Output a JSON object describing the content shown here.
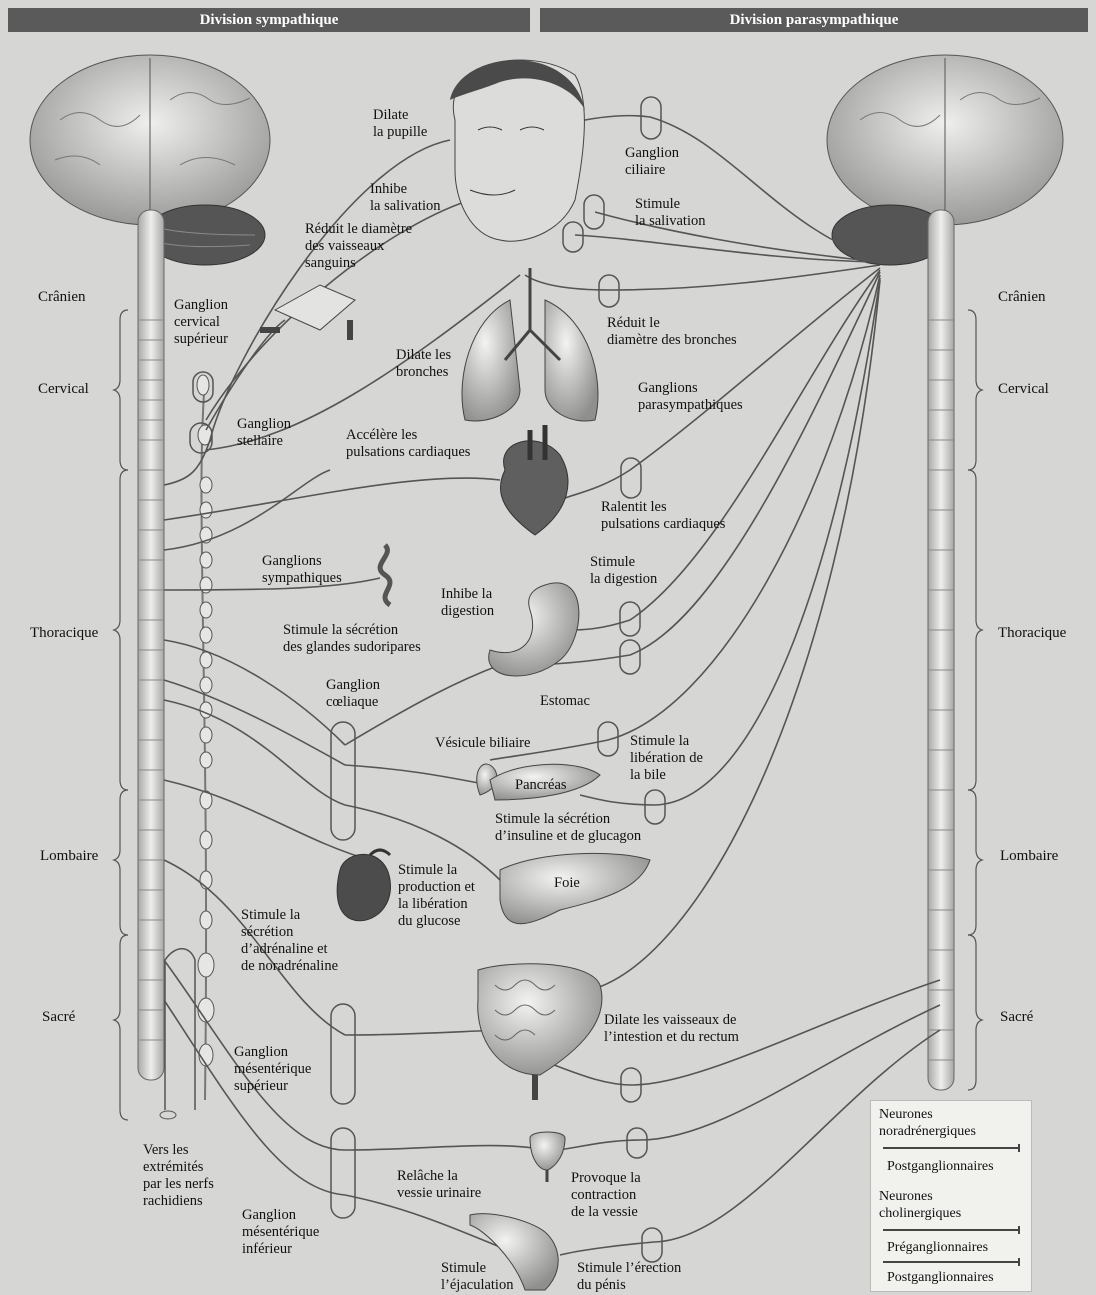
{
  "headers": {
    "sympathetic": "Division sympathique",
    "parasympathetic": "Division parasympathique"
  },
  "levels_left": {
    "cranial": "Crânien",
    "cervical": "Cervical",
    "thoracic": "Thoracique",
    "lumbar": "Lombaire",
    "sacral": "Sacré"
  },
  "levels_right": {
    "cranial": "Crânien",
    "cervical": "Cervical",
    "thoracic": "Thoracique",
    "lumbar": "Lombaire",
    "sacral": "Sacré"
  },
  "labels": {
    "dilate_pupil": "Dilate\nla pupille",
    "ciliary_ganglion": "Ganglion\nciliaire",
    "inhibit_salivation": "Inhibe\nla salivation",
    "stimulate_salivation": "Stimule\nla salivation",
    "reduce_vessels": "Réduit le diamètre\ndes vaisseaux\nsanguins",
    "sup_cervical_ganglion": "Ganglion\ncervical\nsupérieur",
    "dilate_bronchi": "Dilate les\nbronches",
    "reduce_bronchi": "Réduit le\ndiamètre des bronches",
    "para_ganglia": "Ganglions\nparasympathiques",
    "stellate_ganglion": "Ganglion\nstellaire",
    "accelerate_heart": "Accélère les\npulsations cardiaques",
    "slow_heart": "Ralentit les\npulsations cardiaques",
    "symp_ganglia": "Ganglions\nsympathiques",
    "sweat_glands": "Stimule la sécrétion\ndes glandes sudoripares",
    "inhibit_digestion": "Inhibe la\ndigestion",
    "stimulate_digestion": "Stimule\nla digestion",
    "stomach": "Estomac",
    "celiac_ganglion": "Ganglion\ncœliaque",
    "gallbladder": "Vésicule biliaire",
    "release_bile": "Stimule la\nlibération de\nla bile",
    "pancreas": "Pancréas",
    "insulin": "Stimule la sécrétion\nd’insuline et de glucagon",
    "glucose": "Stimule la\nproduction et\nla libération\ndu glucose",
    "liver": "Foie",
    "adrenaline": "Stimule la\nsécrétion\nd’adrénaline et\nde noradrénaline",
    "dilate_intestine": "Dilate les vaisseaux de\nl’intestion et du rectum",
    "sup_mesenteric": "Ganglion\nmésentérique\nsupérieur",
    "to_limbs": "Vers les\nextrémités\npar les nerfs\nrachidiens",
    "relax_bladder": "Relâche la\nvessie urinaire",
    "contract_bladder": "Provoque la\ncontraction\nde la vessie",
    "inf_mesenteric": "Ganglion\nmésentérique\ninférieur",
    "ejaculation": "Stimule\nl’éjaculation",
    "erection": "Stimule l’érection\ndu pénis"
  },
  "legend": {
    "noradrenergic": "Neurones\nnoradrénergiques",
    "postganglionic_1": "Postganglionnaires",
    "cholinergic": "Neurones\ncholinergiques",
    "preganglionic": "Préganglionnaires",
    "postganglionic_2": "Postganglionnaires"
  }
}
